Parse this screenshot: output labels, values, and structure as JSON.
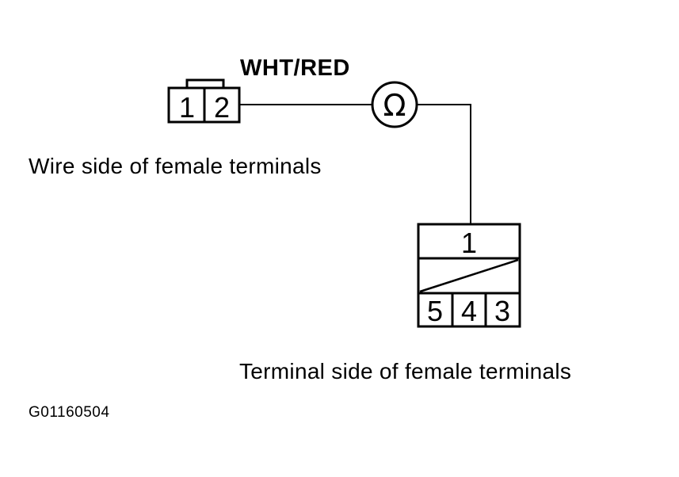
{
  "wire_color_label": "WHT/RED",
  "meter_symbol": "Ω",
  "connector_a": {
    "caption": "Wire side of female terminals",
    "pins": [
      "1",
      "2"
    ]
  },
  "connector_b": {
    "caption": "Terminal side of female terminals",
    "top_pin": "1",
    "bottom_pins": [
      "5",
      "4",
      "3"
    ]
  },
  "figure_id": "G01160504",
  "colors": {
    "ink": "#000000",
    "background": "#ffffff"
  }
}
